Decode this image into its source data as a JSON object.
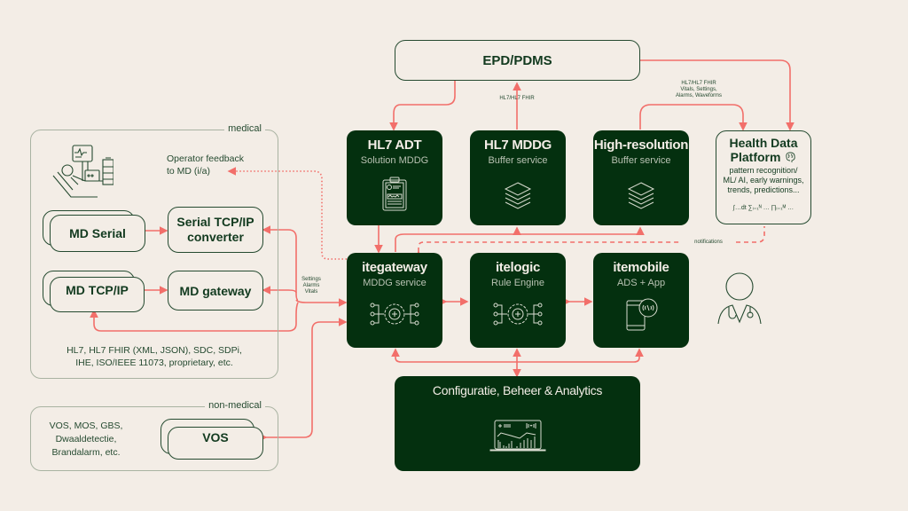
{
  "colors": {
    "background": "#f3ede6",
    "dark_card": "#04300f",
    "outline": "#254a30",
    "connector": "#f26f6a",
    "group_border": "#a9b3a2"
  },
  "top": {
    "epd": "EPD/PDMS"
  },
  "labels": {
    "hl7_fhir": "HL7/HL7 FHIR",
    "hr_line1": "HL7/HL7 FHIR",
    "hr_line2": "Vitals, Settings,",
    "hr_line3": "Alarms, Waveforms",
    "notifications": "notifications",
    "settings": "Settings",
    "alarms": "Alarms",
    "vitals": "Vitals"
  },
  "cards": {
    "hl7adt": {
      "title": "HL7 ADT",
      "subtitle": "Solution MDDG",
      "icon": "clipboard-chart-icon"
    },
    "hl7mddg": {
      "title": "HL7 MDDG",
      "subtitle": "Buffer service",
      "icon": "layers-icon"
    },
    "highres": {
      "title": "High-resolution",
      "subtitle": "Buffer service",
      "icon": "layers-icon"
    },
    "itegateway": {
      "title": "itegateway",
      "subtitle": "MDDG service",
      "icon": "gear-network-icon"
    },
    "itelogic": {
      "title": "itelogic",
      "subtitle": "Rule Engine",
      "icon": "gear-network-icon"
    },
    "itemobile": {
      "title": "itemobile",
      "subtitle": "ADS + App",
      "icon": "phone-alarm-icon"
    },
    "config": {
      "title": "Configuratie, Beheer & Analytics",
      "icon": "laptop-analytics-icon"
    }
  },
  "hdp": {
    "title_line1": "Health Data",
    "title_line2": "Platform",
    "desc_line1": "pattern recognition/",
    "desc_line2": "ML/ AI, early warnings,",
    "desc_line3": "trends, predictions...",
    "formulas": "∫…dt  ∑ᵢ₌₁ᴺ …  ∏ᵢ₌₁ᴹ …"
  },
  "medical": {
    "label": "medical",
    "operator_line1": "Operator feedback",
    "operator_line2": "to MD (i/a)",
    "md_serial": "MD Serial",
    "serial_conv_line1": "Serial TCP/IP",
    "serial_conv_line2": "converter",
    "md_tcpip": "MD TCP/IP",
    "md_gateway": "MD gateway",
    "protocols_line1": "HL7, HL7 FHIR (XML, JSON), SDC, SDPi,",
    "protocols_line2": "IHE, ISO/IEEE 11073, proprietary, etc."
  },
  "nonmedical": {
    "label": "non-medical",
    "desc_line1": "VOS, MOS, GBS,",
    "desc_line2": "Dwaaldetectie,",
    "desc_line3": "Brandalarm, etc.",
    "vos": "VOS"
  }
}
